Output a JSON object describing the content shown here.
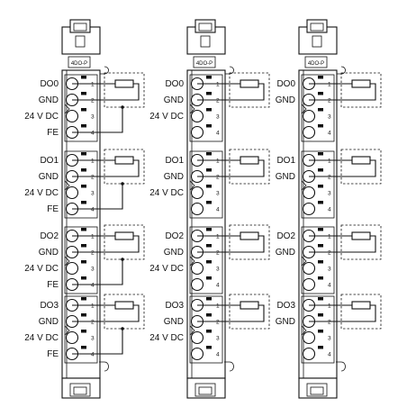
{
  "modules": [
    {
      "tag": "4DO-P",
      "groups": [
        {
          "channel": "DO0",
          "gnd": "GND",
          "supply": "24 V DC",
          "fe": "FE"
        },
        {
          "channel": "DO1",
          "gnd": "GND",
          "supply": "24 V DC",
          "fe": "FE"
        },
        {
          "channel": "DO2",
          "gnd": "GND",
          "supply": "24 V DC",
          "fe": "FE"
        },
        {
          "channel": "DO3",
          "gnd": "GND",
          "supply": "24 V DC",
          "fe": "FE"
        }
      ]
    },
    {
      "tag": "4DO-P",
      "groups": [
        {
          "channel": "DO0",
          "gnd": "GND",
          "supply": "24 V DC"
        },
        {
          "channel": "DO1",
          "gnd": "GND",
          "supply": "24 V DC"
        },
        {
          "channel": "DO2",
          "gnd": "GND",
          "supply": "24 V DC"
        },
        {
          "channel": "DO3",
          "gnd": "GND",
          "supply": "24 V DC"
        }
      ]
    },
    {
      "tag": "4DO-P",
      "groups": [
        {
          "channel": "DO0",
          "gnd": "GND"
        },
        {
          "channel": "DO1",
          "gnd": "GND"
        },
        {
          "channel": "DO2",
          "gnd": "GND"
        },
        {
          "channel": "DO3",
          "gnd": "GND"
        }
      ]
    }
  ],
  "pin_numbers": [
    "1",
    "2",
    "3",
    "4"
  ],
  "colors": {
    "line": "#111111",
    "background": "#ffffff"
  }
}
